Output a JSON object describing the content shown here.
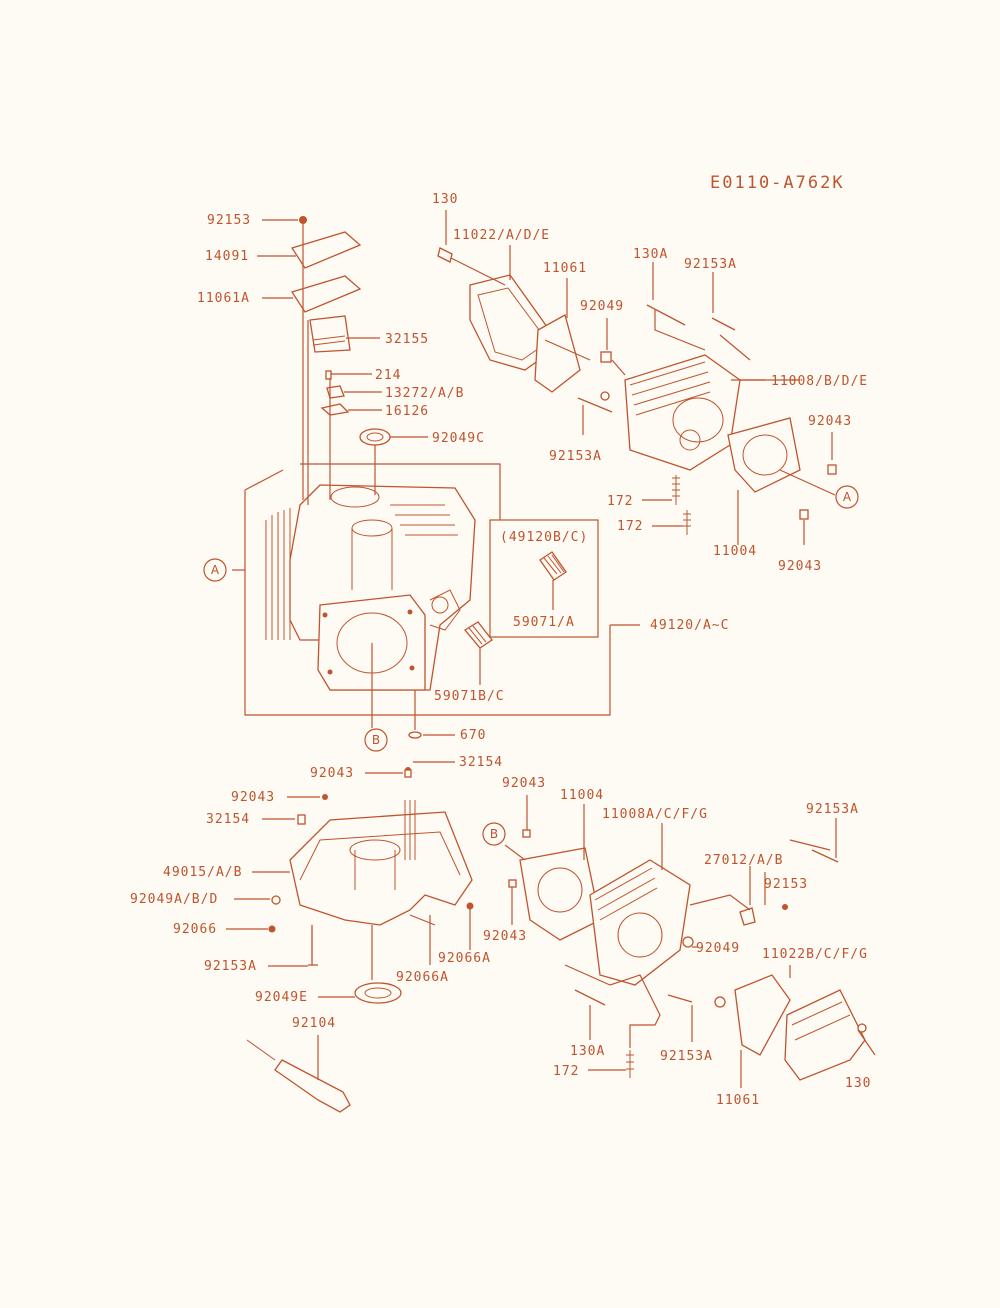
{
  "diagram_code": "E0110-A762K",
  "colors": {
    "ink": "#c0542f",
    "paper": "#fdfbf3"
  },
  "callout_markers": {
    "A": "A",
    "B": "B"
  },
  "part_labels": {
    "p92153_top": "92153",
    "p14091": "14091",
    "p11061A": "11061A",
    "p32155": "32155",
    "p214": "214",
    "p13272": "13272/A/B",
    "p16126": "16126",
    "p92049C": "92049C",
    "p130_top": "130",
    "p11022_top": "11022/A/D/E",
    "p11061_top": "11061",
    "p130A_top": "130A",
    "p92153A_topright": "92153A",
    "p92049_top": "92049",
    "p11008_top": "11008/B/D/E",
    "p92153A_mid": "92153A",
    "p92043_right": "92043",
    "p172_a": "172",
    "p172_b": "172",
    "p11004_top": "11004",
    "p92043_right2": "92043",
    "p49120BC": "(49120B/C)",
    "p59071A": "59071/A",
    "p49120": "49120/A~C",
    "p59071BC": "59071B/C",
    "p670": "670",
    "p32154_a": "32154",
    "p92043_b": "92043",
    "p92043_c": "92043",
    "p32154_b": "32154",
    "p49015": "49015/A/B",
    "p92049ABD": "92049A/B/D",
    "p92066": "92066",
    "p92153A_low": "92153A",
    "p92049E": "92049E",
    "p92104": "92104",
    "p92066A_a": "92066A",
    "p92066A_b": "92066A",
    "p92043_d": "92043",
    "p11004_low": "11004",
    "p11008_low": "11008A/C/F/G",
    "p92153A_lowright": "92153A",
    "p27012": "27012/A/B",
    "p92153_low": "92153",
    "p92043_e": "92043",
    "p92049_low": "92049",
    "p11022_low": "11022B/C/F/G",
    "p130A_low": "130A",
    "p92153A_low2": "92153A",
    "p130_low": "130",
    "p172_low": "172",
    "p11061_low": "11061"
  }
}
